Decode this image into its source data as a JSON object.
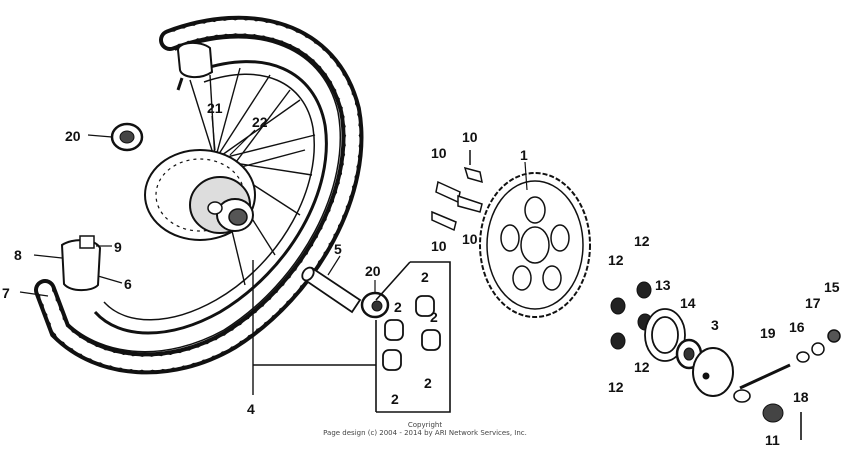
{
  "diagram": {
    "callouts": {
      "c1": "1",
      "c2a": "2",
      "c2b": "2",
      "c2c": "2",
      "c2d": "2",
      "c2e": "2",
      "c3": "3",
      "c4": "4",
      "c5": "5",
      "c6": "6",
      "c7": "7",
      "c8": "8",
      "c9": "9",
      "c10a": "10",
      "c10b": "10",
      "c10c": "10",
      "c10d": "10",
      "c11": "11",
      "c12a": "12",
      "c12b": "12",
      "c12c": "12",
      "c12d": "12",
      "c13": "13",
      "c14": "14",
      "c15": "15",
      "c16": "16",
      "c17": "17",
      "c18": "18",
      "c19": "19",
      "c20a": "20",
      "c20b": "20",
      "c21": "21",
      "c22": "22"
    }
  },
  "footer": {
    "line1": "Copyright",
    "line2": "Page design (c) 2004 - 2014 by ARI Network Services, Inc."
  }
}
